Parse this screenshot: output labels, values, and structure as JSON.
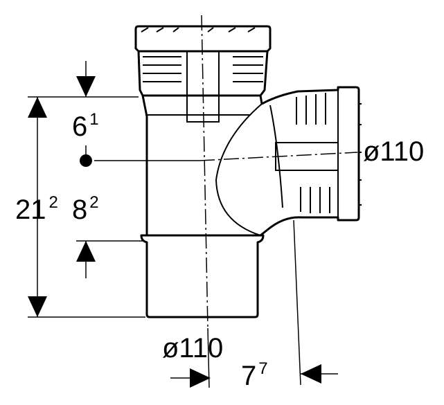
{
  "dimensions": {
    "overall_height": {
      "main": "21",
      "sup": "2"
    },
    "top_offset": {
      "main": "6",
      "sup": "1"
    },
    "bottom_offset": {
      "main": "8",
      "sup": "2"
    },
    "branch_offset": {
      "main": "7",
      "sup": "7"
    },
    "branch_diameter": "ø110",
    "main_diameter": "ø110"
  }
}
